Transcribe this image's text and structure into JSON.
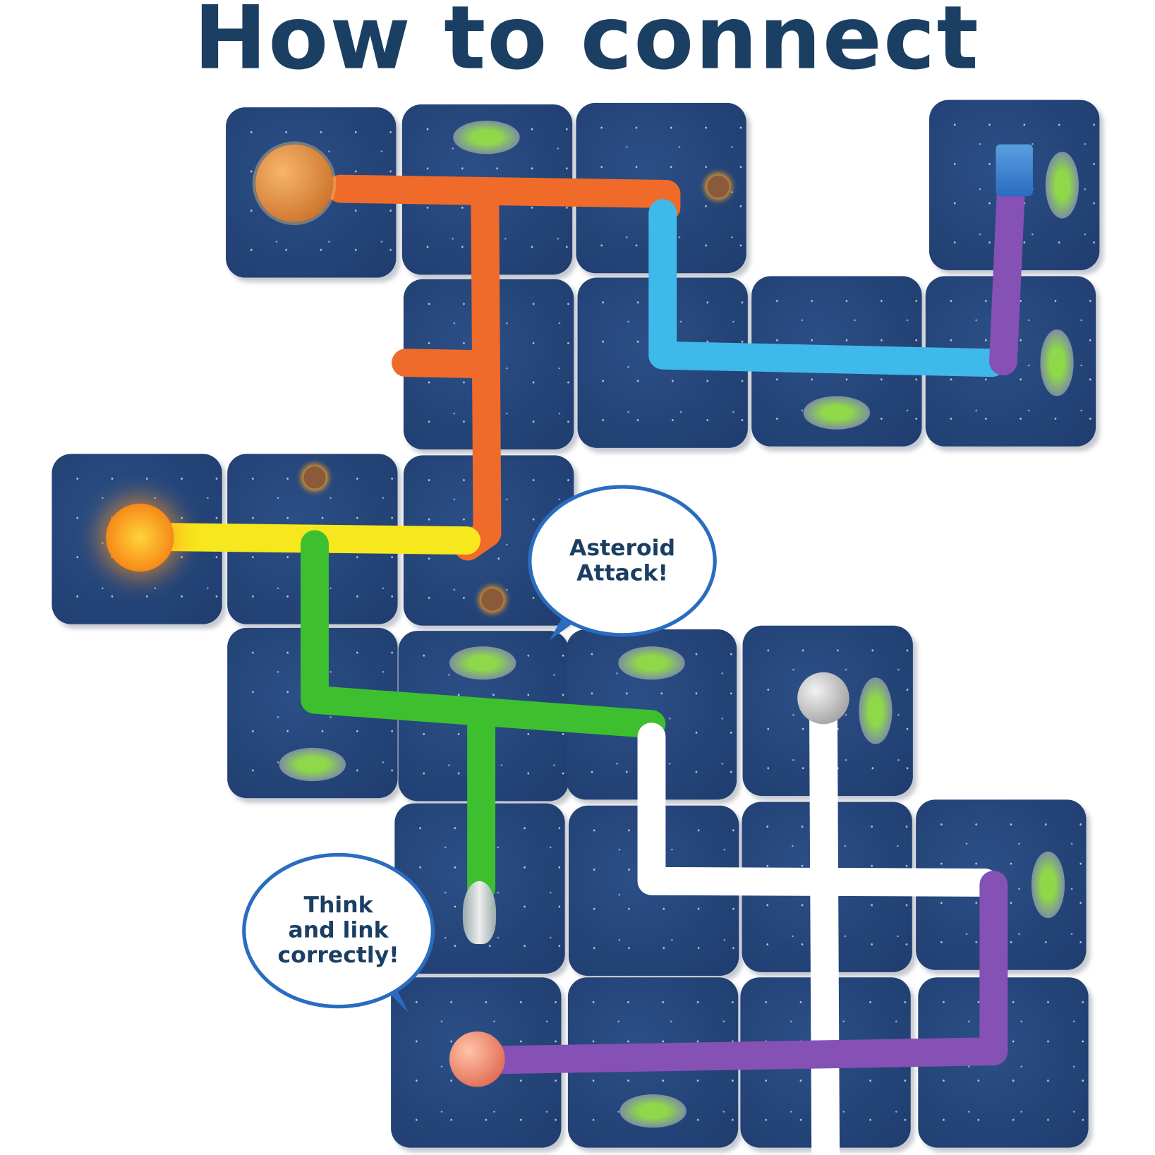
{
  "title": "How to connect",
  "bubbles": {
    "asteroid": "Asteroid Attack!",
    "think_line1": "Think",
    "think_line2": "and link",
    "think_line3": "correctly!"
  },
  "colors": {
    "title": "#1b3f63",
    "tile": "#1f3c6e",
    "orange": "#f06a2a",
    "cyan": "#3fb8ea",
    "purple": "#8551b5",
    "yellow": "#f7e81d",
    "green": "#3ebf2f",
    "white": "#ffffff",
    "bubble_border": "#2a6cc0"
  }
}
